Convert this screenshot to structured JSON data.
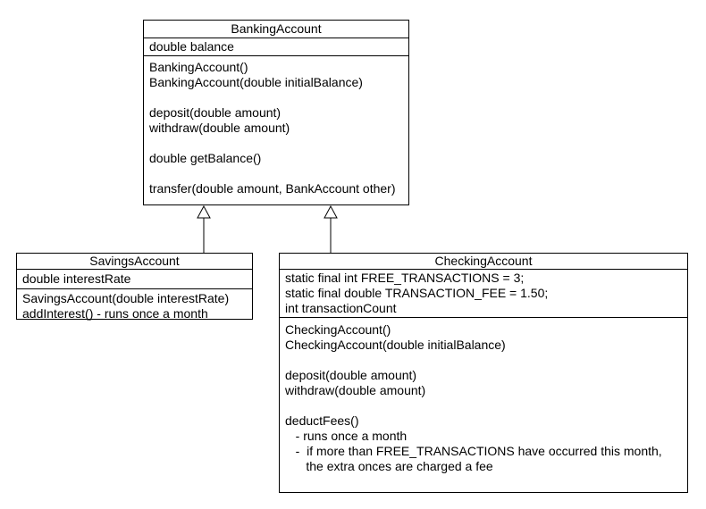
{
  "diagram": {
    "type": "uml-class-diagram",
    "colors": {
      "background": "#ffffff",
      "line": "#000000",
      "text": "#000000"
    },
    "classes": [
      {
        "name": "BankingAccount",
        "attributes": [
          "double balance"
        ],
        "methods": [
          "BankingAccount()",
          "BankingAccount(double initialBalance)",
          "",
          "deposit(double amount)",
          "withdraw(double amount)",
          "",
          "double getBalance()",
          "",
          "transfer(double amount, BankAccount other)"
        ]
      },
      {
        "name": "SavingsAccount",
        "attributes": [
          "double interestRate"
        ],
        "methods": [
          "SavingsAccount(double interestRate)",
          "addInterest() - runs once a month"
        ]
      },
      {
        "name": "CheckingAccount",
        "attributes": [
          "static final int FREE_TRANSACTIONS = 3;",
          "static final double TRANSACTION_FEE = 1.50;",
          "int transactionCount"
        ],
        "methods": [
          "CheckingAccount()",
          "CheckingAccount(double initialBalance)",
          "",
          "deposit(double amount)",
          "withdraw(double amount)",
          "",
          "deductFees()",
          "   - runs once a month",
          "   -  if more than FREE_TRANSACTIONS have occurred this month,",
          "      the extra onces are charged a fee"
        ]
      }
    ],
    "relationships": [
      {
        "from": "SavingsAccount",
        "to": "BankingAccount",
        "type": "generalization"
      },
      {
        "from": "CheckingAccount",
        "to": "BankingAccount",
        "type": "generalization"
      }
    ]
  }
}
